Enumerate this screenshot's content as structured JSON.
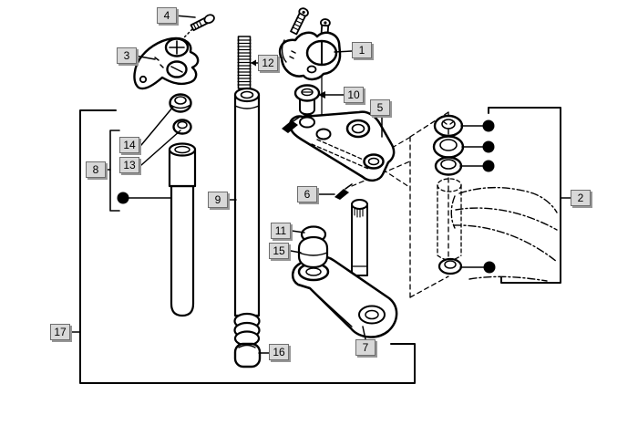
{
  "diagram": {
    "background_color": "#ffffff",
    "line_color": "#000000",
    "callout_style": {
      "face_color": "#d8d8d8",
      "border_color": "#6e6e6e",
      "shadow_color": "#969696",
      "text_color": "#000000"
    },
    "callouts": [
      {
        "number": "1"
      },
      {
        "number": "2"
      },
      {
        "number": "3"
      },
      {
        "number": "4"
      },
      {
        "number": "5"
      },
      {
        "number": "6"
      },
      {
        "number": "7"
      },
      {
        "number": "8"
      },
      {
        "number": "9"
      },
      {
        "number": "10"
      },
      {
        "number": "11"
      },
      {
        "number": "12"
      },
      {
        "number": "13"
      },
      {
        "number": "14"
      },
      {
        "number": "15"
      },
      {
        "number": "16"
      },
      {
        "number": "17"
      }
    ]
  }
}
